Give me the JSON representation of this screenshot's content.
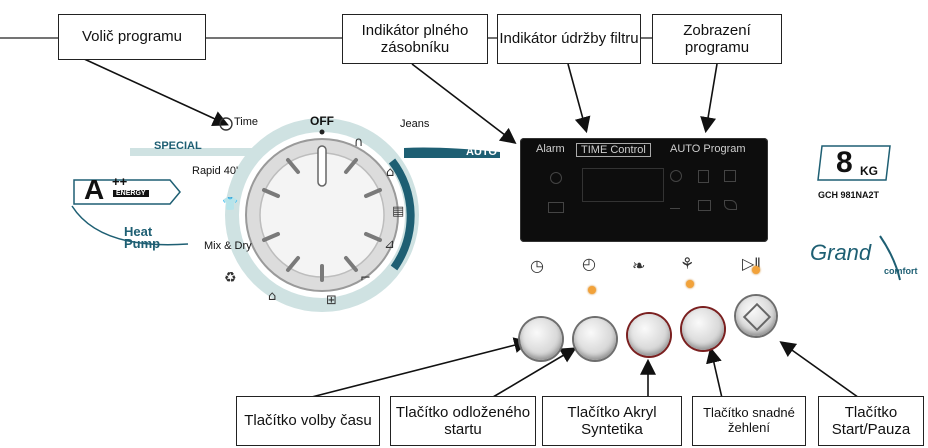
{
  "callouts_top": [
    {
      "id": "program-selector",
      "text": "Volič programu"
    },
    {
      "id": "full-tank",
      "text": "Indikátor plného zásobníku"
    },
    {
      "id": "filter",
      "text": "Indikátor údržby filtru"
    },
    {
      "id": "program-display",
      "text": "Zobrazení programu"
    }
  ],
  "callouts_bottom": [
    {
      "id": "time-button",
      "text": "Tlačítko volby času"
    },
    {
      "id": "delay-button",
      "text": "Tlačítko odloženého startu"
    },
    {
      "id": "acryl-button",
      "text": "Tlačítko Akryl Syntetika"
    },
    {
      "id": "iron-button",
      "text": "Tlačítko snadné žehlení"
    },
    {
      "id": "start-button",
      "text": "Tlačítko Start/Pauza"
    }
  ],
  "dial": {
    "off": "OFF",
    "time": "Time",
    "jeans": "Jeans",
    "special": "SPECIAL",
    "auto": "AUTO",
    "rapid": "Rapid 40'",
    "mix": "Mix & Dry"
  },
  "panel": {
    "alarm": "Alarm",
    "time_control": "TIME Control",
    "auto_program": "AUTO Program"
  },
  "branding": {
    "capacity_num": "8",
    "capacity_unit": "KG",
    "model": "GCH 981NA2T",
    "energy": "A",
    "energy_plus": "++",
    "energy_word": "ENERGY",
    "heat": "Heat",
    "pump": "Pump",
    "grand": "Grand",
    "comfort": "comfort"
  },
  "colors": {
    "accent": "#1e5f73",
    "led": "#f2a23a",
    "special_band": "#cfe2e2"
  }
}
